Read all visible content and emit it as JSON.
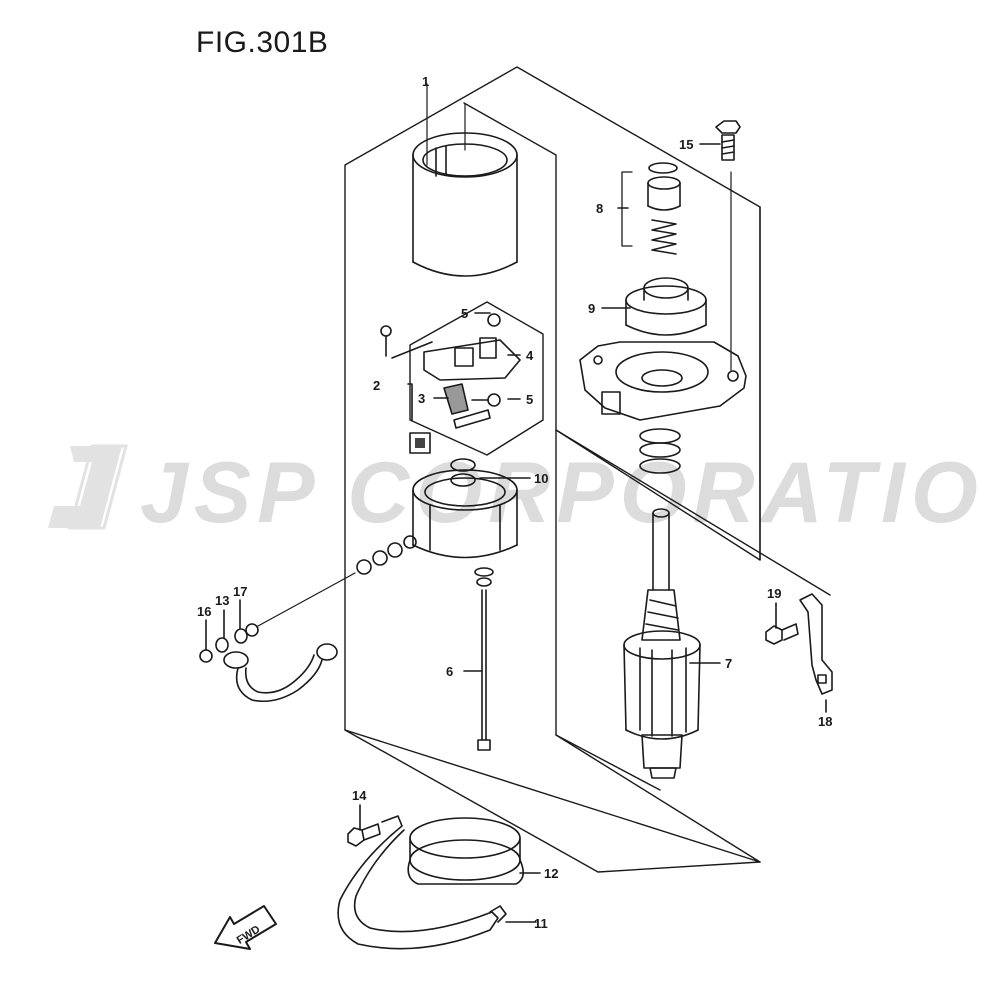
{
  "figure": {
    "title": "FIG.301B"
  },
  "watermark": {
    "text": "JSP CORPORATION",
    "color": "#d6d6d6"
  },
  "direction": {
    "label": "FWD"
  },
  "callouts": [
    {
      "id": "c1",
      "label": "1"
    },
    {
      "id": "c2",
      "label": "2"
    },
    {
      "id": "c3",
      "label": "3"
    },
    {
      "id": "c4",
      "label": "4"
    },
    {
      "id": "c5a",
      "label": "5"
    },
    {
      "id": "c5b",
      "label": "5"
    },
    {
      "id": "c6",
      "label": "6"
    },
    {
      "id": "c7",
      "label": "7"
    },
    {
      "id": "c8",
      "label": "8"
    },
    {
      "id": "c9",
      "label": "9"
    },
    {
      "id": "c10",
      "label": "10"
    },
    {
      "id": "c11",
      "label": "11"
    },
    {
      "id": "c12",
      "label": "12"
    },
    {
      "id": "c13",
      "label": "13"
    },
    {
      "id": "c14",
      "label": "14"
    },
    {
      "id": "c15",
      "label": "15"
    },
    {
      "id": "c16",
      "label": "16"
    },
    {
      "id": "c17",
      "label": "17"
    },
    {
      "id": "c18",
      "label": "18"
    },
    {
      "id": "c19",
      "label": "19"
    }
  ]
}
